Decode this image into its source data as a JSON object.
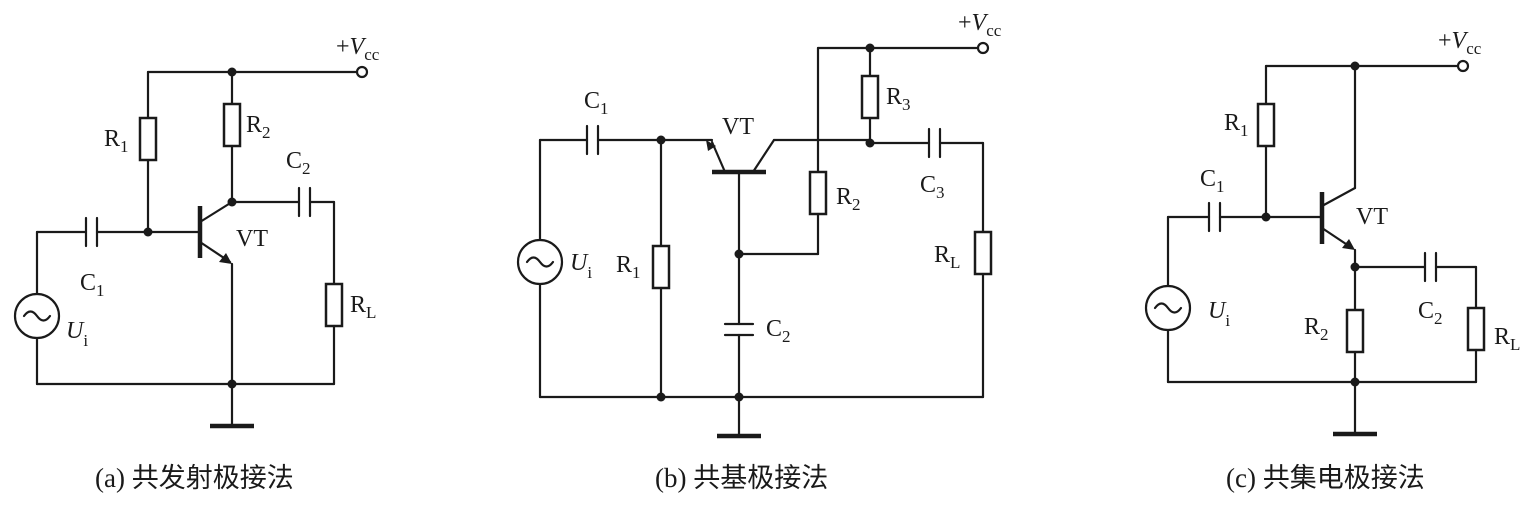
{
  "circuits": {
    "a": {
      "caption": "(a)  共发射极接法",
      "vcc": {
        "sign": "+",
        "main": "V",
        "sub": "cc"
      },
      "r1": {
        "main": "R",
        "sub": "1"
      },
      "r2": {
        "main": "R",
        "sub": "2"
      },
      "c1": {
        "main": "C",
        "sub": "1"
      },
      "c2": {
        "main": "C",
        "sub": "2"
      },
      "rl": {
        "main": "R",
        "sub": "L"
      },
      "vt": "VT",
      "ui": {
        "main": "U",
        "sub": "i"
      }
    },
    "b": {
      "caption": "(b)  共基极接法",
      "vcc": {
        "sign": "+",
        "main": "V",
        "sub": "cc"
      },
      "r1": {
        "main": "R",
        "sub": "1"
      },
      "r2": {
        "main": "R",
        "sub": "2"
      },
      "r3": {
        "main": "R",
        "sub": "3"
      },
      "c1": {
        "main": "C",
        "sub": "1"
      },
      "c2": {
        "main": "C",
        "sub": "2"
      },
      "c3": {
        "main": "C",
        "sub": "3"
      },
      "rl": {
        "main": "R",
        "sub": "L"
      },
      "vt": "VT",
      "ui": {
        "main": "U",
        "sub": "i"
      }
    },
    "c": {
      "caption": "(c)  共集电极接法",
      "vcc": {
        "sign": "+",
        "main": "V",
        "sub": "cc"
      },
      "r1": {
        "main": "R",
        "sub": "1"
      },
      "r2": {
        "main": "R",
        "sub": "2"
      },
      "c1": {
        "main": "C",
        "sub": "1"
      },
      "c2": {
        "main": "C",
        "sub": "2"
      },
      "rl": {
        "main": "R",
        "sub": "L"
      },
      "vt": "VT",
      "ui": {
        "main": "U",
        "sub": "i"
      }
    }
  }
}
